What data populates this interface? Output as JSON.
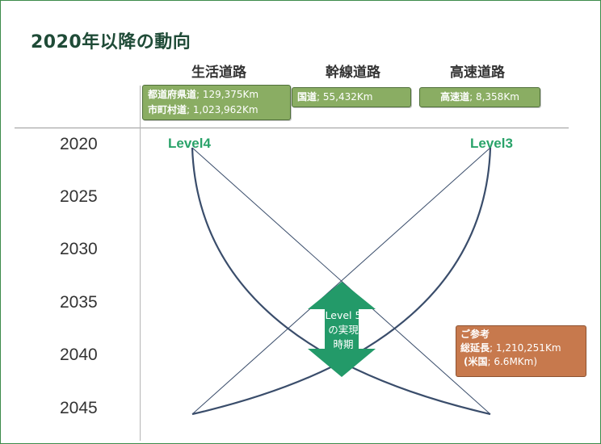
{
  "title": "2020年以降の動向",
  "columns": [
    {
      "heading": "生活道路"
    },
    {
      "heading": "幹線道路"
    },
    {
      "heading": "高速道路"
    }
  ],
  "boxes": {
    "prefectural": {
      "label": "都道府県道",
      "value": "; 129,375Km"
    },
    "municipal": {
      "label": "市町村道",
      "value": "; 1,023,962Km"
    },
    "national": {
      "label": "国道",
      "value": "; 55,432Km"
    },
    "expressway": {
      "label": "高速道",
      "value": "; 8,358Km"
    }
  },
  "years": [
    "2020",
    "2025",
    "2030",
    "2035",
    "2040",
    "2045"
  ],
  "levels": {
    "left": "Level4",
    "right": "Level3"
  },
  "arrow": {
    "line1": "Level 5",
    "line2": "の実現",
    "line3": "時期"
  },
  "reference": {
    "title": "ご参考",
    "total_label": "総延長",
    "total_value": "; 1,210,251Km",
    "us_label": "(米国",
    "us_value": "; 6.6MKm)"
  },
  "colors": {
    "curve": "#3a4d6b",
    "arrow": "#239a69",
    "green_box": "#8aad63",
    "ref_box": "#c7794d",
    "title": "#1f4b37"
  }
}
